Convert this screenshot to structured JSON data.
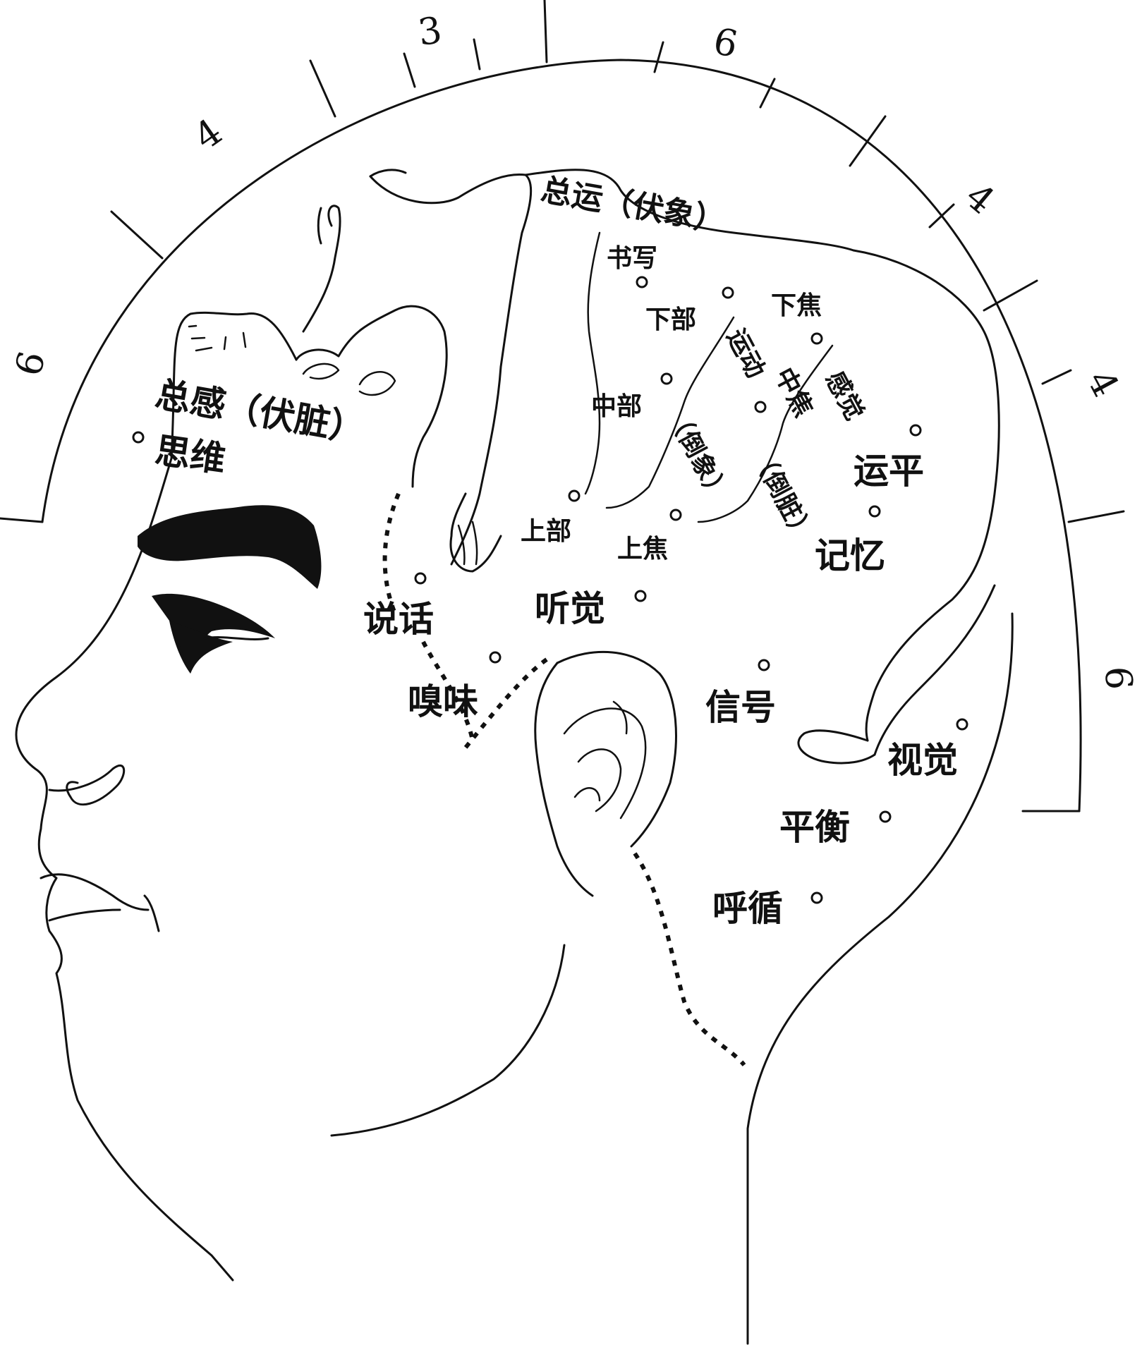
{
  "scale_ticks": {
    "left_6": "6",
    "upper_left_4": "4",
    "top_3": "3",
    "top_6": "6",
    "upper_right_4": "4",
    "right_4": "4",
    "right_6": "6"
  },
  "regions": {
    "zong_yun": "总运（伏象）",
    "shu_xie": "书写",
    "xia_bu": "下部",
    "xia_jiao": "下焦",
    "zhong_bu": "中部",
    "yun_dong": "运动",
    "zhong_jiao": "中焦",
    "gan_jue": "感觉",
    "dao_xiang": "（倒象）",
    "dao_zang": "（倒脏）",
    "shang_bu": "上部",
    "shang_jiao": "上焦",
    "zong_gan": "总感（伏脏）",
    "si_wei": "思维",
    "yun_ping": "运平",
    "ji_yi": "记忆",
    "shuo_hua": "说话",
    "ting_jue": "听觉",
    "xiu_wei": "嗅味",
    "xin_hao": "信号",
    "shi_jue": "视觉",
    "ping_heng": "平衡",
    "hu_xun": "呼循"
  }
}
